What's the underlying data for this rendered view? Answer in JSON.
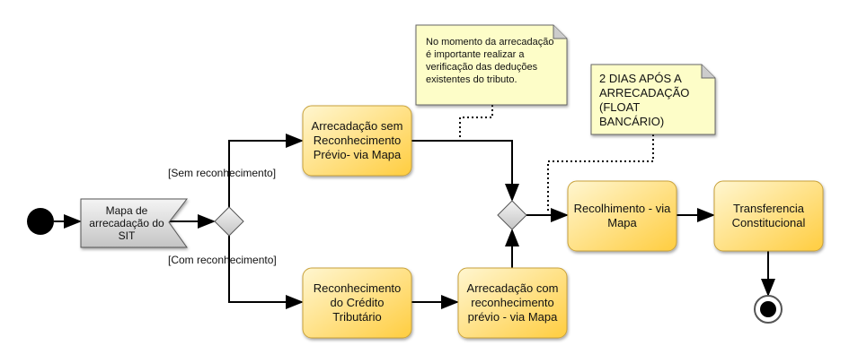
{
  "nodes": {
    "source": "Mapa de arrecadação do SIT",
    "sem_prev": "Arrecadação sem Reconhecimento Prévio- via Mapa",
    "reconhecimento": "Reconhecimento do Crédito Tributário",
    "com_prev": "Arrecadação com reconhecimento prévio - via Mapa",
    "recolhimento": "Recolhimento - via Mapa",
    "transferencia": "Transferencia Constitucional"
  },
  "guards": {
    "sem": "[Sem reconhecimento]",
    "com": "[Com reconhecimento]"
  },
  "notes": {
    "verificacao": "No momento da arrecadação é importante realizar a verificação das deduções existentes do tributo.",
    "float": "2 DIAS APÓS A ARRECADAÇÃO (FLOAT BANCÁRIO)"
  },
  "colors": {
    "action_top": "#fff3c4",
    "action_bottom": "#ffcf45",
    "note": "#fdfdc8"
  }
}
